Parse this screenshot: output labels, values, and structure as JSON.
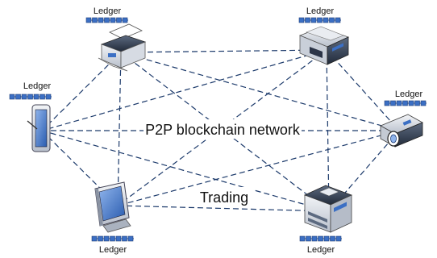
{
  "diagram": {
    "center_label": "P2P blockchain network",
    "trading_label": "Trading",
    "nodes": [
      {
        "id": "printer",
        "icon": "printer-icon",
        "ledger_label": "Ledger"
      },
      {
        "id": "scanner",
        "icon": "scanner-icon",
        "ledger_label": "Ledger"
      },
      {
        "id": "tablet",
        "icon": "tablet-icon",
        "ledger_label": "Ledger"
      },
      {
        "id": "projector",
        "icon": "projector-icon",
        "ledger_label": "Ledger"
      },
      {
        "id": "monitor",
        "icon": "monitor-icon",
        "ledger_label": "Ledger"
      },
      {
        "id": "copier",
        "icon": "multifunction-copier-icon",
        "ledger_label": "Ledger"
      }
    ],
    "colors": {
      "edge": "#1c3a6b",
      "ledger_block": "#3b6fc4"
    }
  }
}
